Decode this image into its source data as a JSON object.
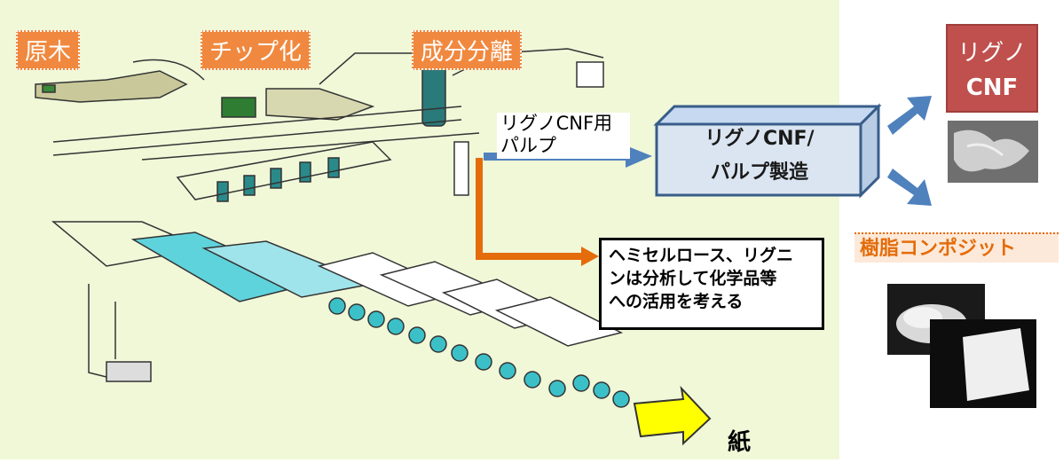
{
  "labels": {
    "raw_wood": "原木",
    "chipping": "チップ化",
    "separation": "成分分離",
    "pulp_line1": "リグノCNF用",
    "pulp_line2": "パルプ",
    "cube_line1": "リグノCNF/",
    "cube_line2": "パルプ製造",
    "cnf_line1": "リグノ",
    "cnf_line2": "CNF",
    "resin": "樹脂コンポジット",
    "note_line1": "ヘミセルロース、リグニ",
    "note_line2": "ンは分析して化学品等",
    "note_line3": "への活用を考える",
    "paper": "紙"
  },
  "colors": {
    "panel_bg": "#f0f8d8",
    "orange_label": "#f0893f",
    "blue_arrow": "#4f81bd",
    "orange_arrow": "#e46c0a",
    "cube_face": "#dbe5f1",
    "cube_edge": "#385d8a",
    "cnf_red": "#c0504d",
    "roll_cyan": "#3cc0c8",
    "yellow_arrow": "#ffff00"
  },
  "icons": [
    "blue-arrow",
    "orange-arrow",
    "yellow-arrow",
    "factory-line-illustration",
    "cnf-sample-photo",
    "resin-composite-photo"
  ]
}
